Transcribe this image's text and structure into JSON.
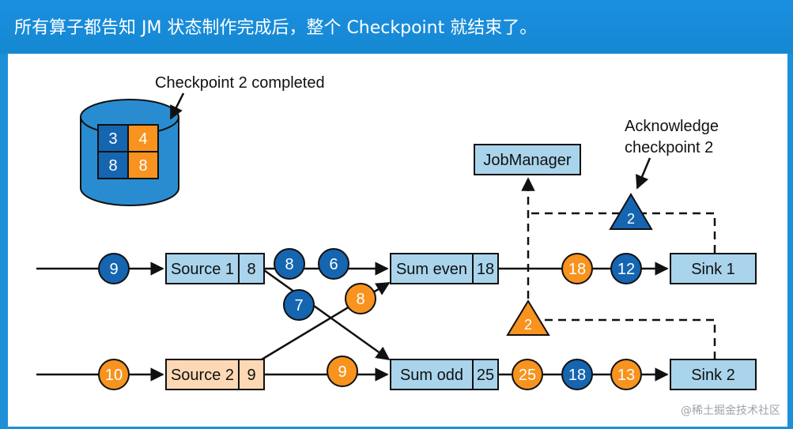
{
  "header": {
    "title": "所有算子都告知 JM 状态制作完成后，整个 Checkpoint 就结束了。"
  },
  "diagram": {
    "storage": {
      "caption": "Checkpoint 2 completed",
      "cells": [
        "3",
        "4",
        "8",
        "8"
      ]
    },
    "job_manager": "JobManager",
    "ack_caption_line1": "Acknowledge",
    "ack_caption_line2": "checkpoint 2",
    "barrier_top": "2",
    "barrier_mid": "2",
    "source1": {
      "label": "Source 1",
      "state": "8"
    },
    "source2": {
      "label": "Source 2",
      "state": "9"
    },
    "sum_even": {
      "label": "Sum even",
      "state": "18"
    },
    "sum_odd": {
      "label": "Sum odd",
      "state": "25"
    },
    "sink1": "Sink 1",
    "sink2": "Sink 2",
    "records": {
      "in1": "9",
      "in2": "10",
      "s1_to_even_a": "8",
      "s1_to_even_b": "6",
      "s1_to_odd": "7",
      "s2_to_even": "8",
      "s2_to_odd": "9",
      "even_out_a": "18",
      "even_out_b": "12",
      "odd_out_a": "25",
      "odd_out_b": "18",
      "odd_out_c": "13"
    },
    "colors": {
      "blue_record": "#1565b0",
      "orange_record": "#f7931e",
      "box_fill": "#a9d4ec",
      "source2_fill": "#fcd9b4",
      "db_fill": "#2a8cd0"
    }
  },
  "watermark": "@稀土掘金技术社区"
}
